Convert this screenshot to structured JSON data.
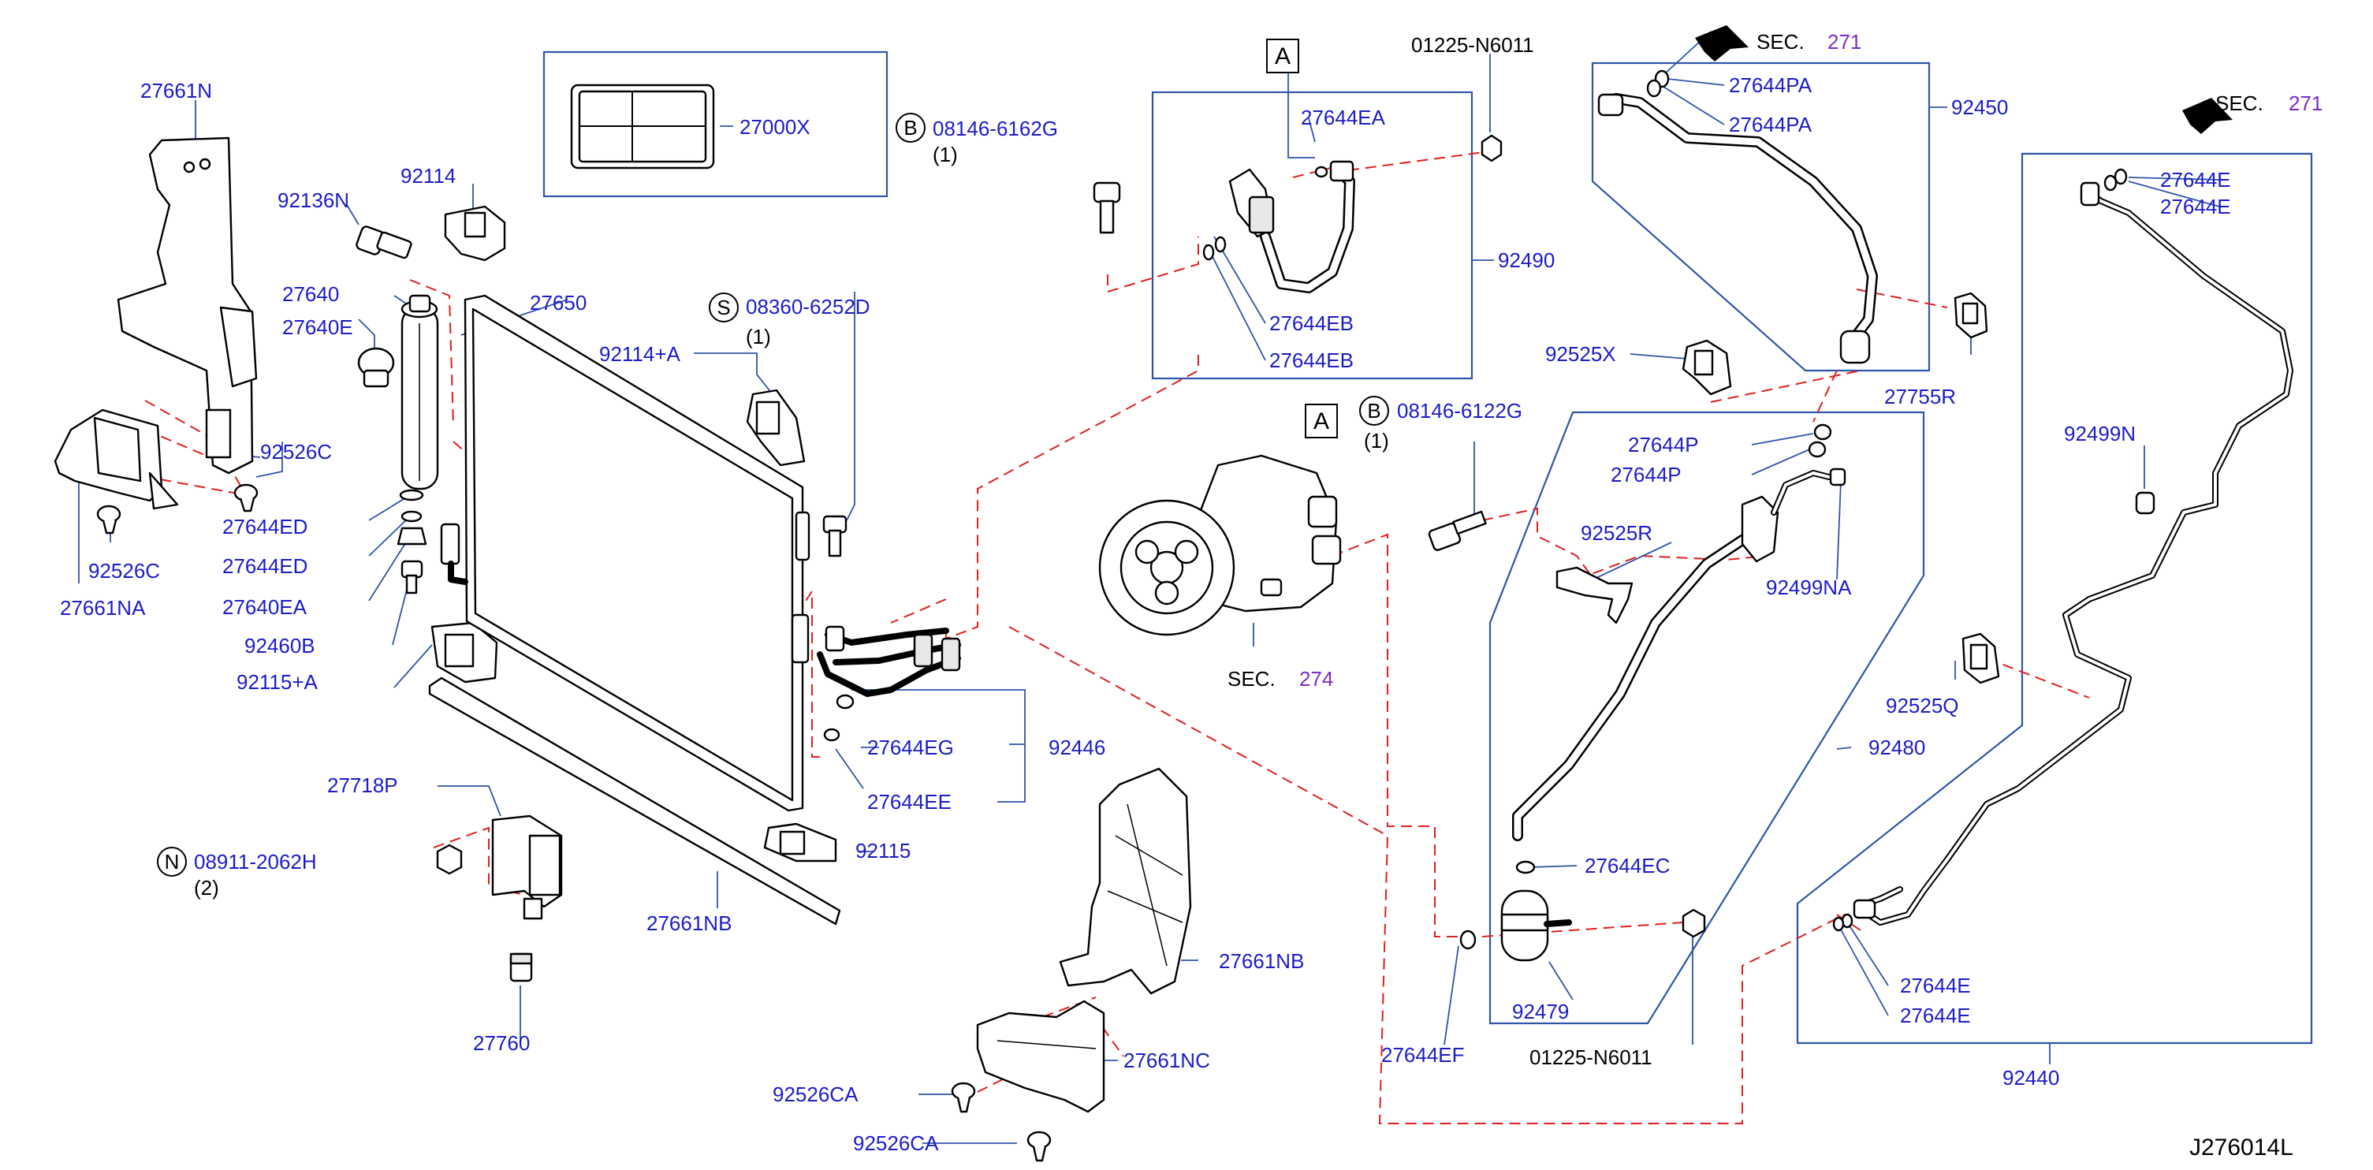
{
  "diagram_id": "J276014L",
  "callouts": {
    "c27661N": "27661N",
    "c92136N": "92136N",
    "c92114": "92114",
    "c27640": "27640",
    "c27640E": "27640E",
    "c27650": "27650",
    "c92114A": "92114+A",
    "c92526C_a": "92526C",
    "c27644ED_a": "27644ED",
    "c27644ED_b": "27644ED",
    "c27640EA": "27640EA",
    "c92460B": "92460B",
    "c92115A": "92115+A",
    "c92526C_b": "92526C",
    "c27661NA": "27661NA",
    "c27000X": "27000X",
    "c08146_6162G": "08146-6162G",
    "q08146_6162G": "(1)",
    "c08360_6252D": "08360-6252D",
    "q08360_6252D": "(1)",
    "c27644EG": "27644EG",
    "c27644EE": "27644EE",
    "c92446": "92446",
    "c92115": "92115",
    "c27718P": "27718P",
    "c08911_2062H": "08911-2062H",
    "q08911_2062H": "(2)",
    "c27661NB_a": "27661NB",
    "c27760": "27760",
    "c27661NB_b": "27661NB",
    "c27661NC": "27661NC",
    "c92526CA_a": "92526CA",
    "c92526CA_b": "92526CA",
    "c27644EA": "27644EA",
    "c01225_N6011_a": "01225-N6011",
    "c92490": "92490",
    "c27644EB_a": "27644EB",
    "c27644EB_b": "27644EB",
    "c08146_6122G": "08146-6122G",
    "q08146_6122G": "(1)",
    "sec274": "SEC.",
    "sec274n": "274",
    "c27644PA_a": "27644PA",
    "c27644PA_b": "27644PA",
    "c92450": "92450",
    "sec271a": "SEC.",
    "sec271an": "271",
    "c92525X": "92525X",
    "c27755R": "27755R",
    "c27644P_a": "27644P",
    "c27644P_b": "27644P",
    "c92525R": "92525R",
    "c92499NA": "92499NA",
    "c92480": "92480",
    "c27644EC": "27644EC",
    "c92479": "92479",
    "c27644EF": "27644EF",
    "c01225_N6011_b": "01225-N6011",
    "sec271b": "SEC.",
    "sec271bn": "271",
    "c27644E_a": "27644E",
    "c27644E_b": "27644E",
    "c92499N": "92499N",
    "c92525Q": "92525Q",
    "c27644E_c": "27644E",
    "c27644E_d": "27644E",
    "c92440": "92440"
  },
  "markers": {
    "bolt_b": "B",
    "screw_s": "S",
    "nut_n": "N",
    "ref_a": "A"
  },
  "colors": {
    "callout_text": "#1c1cc8",
    "section_number": "#7b2cc7",
    "group_box": "#2f55a8",
    "connection_dash": "#e02020"
  }
}
